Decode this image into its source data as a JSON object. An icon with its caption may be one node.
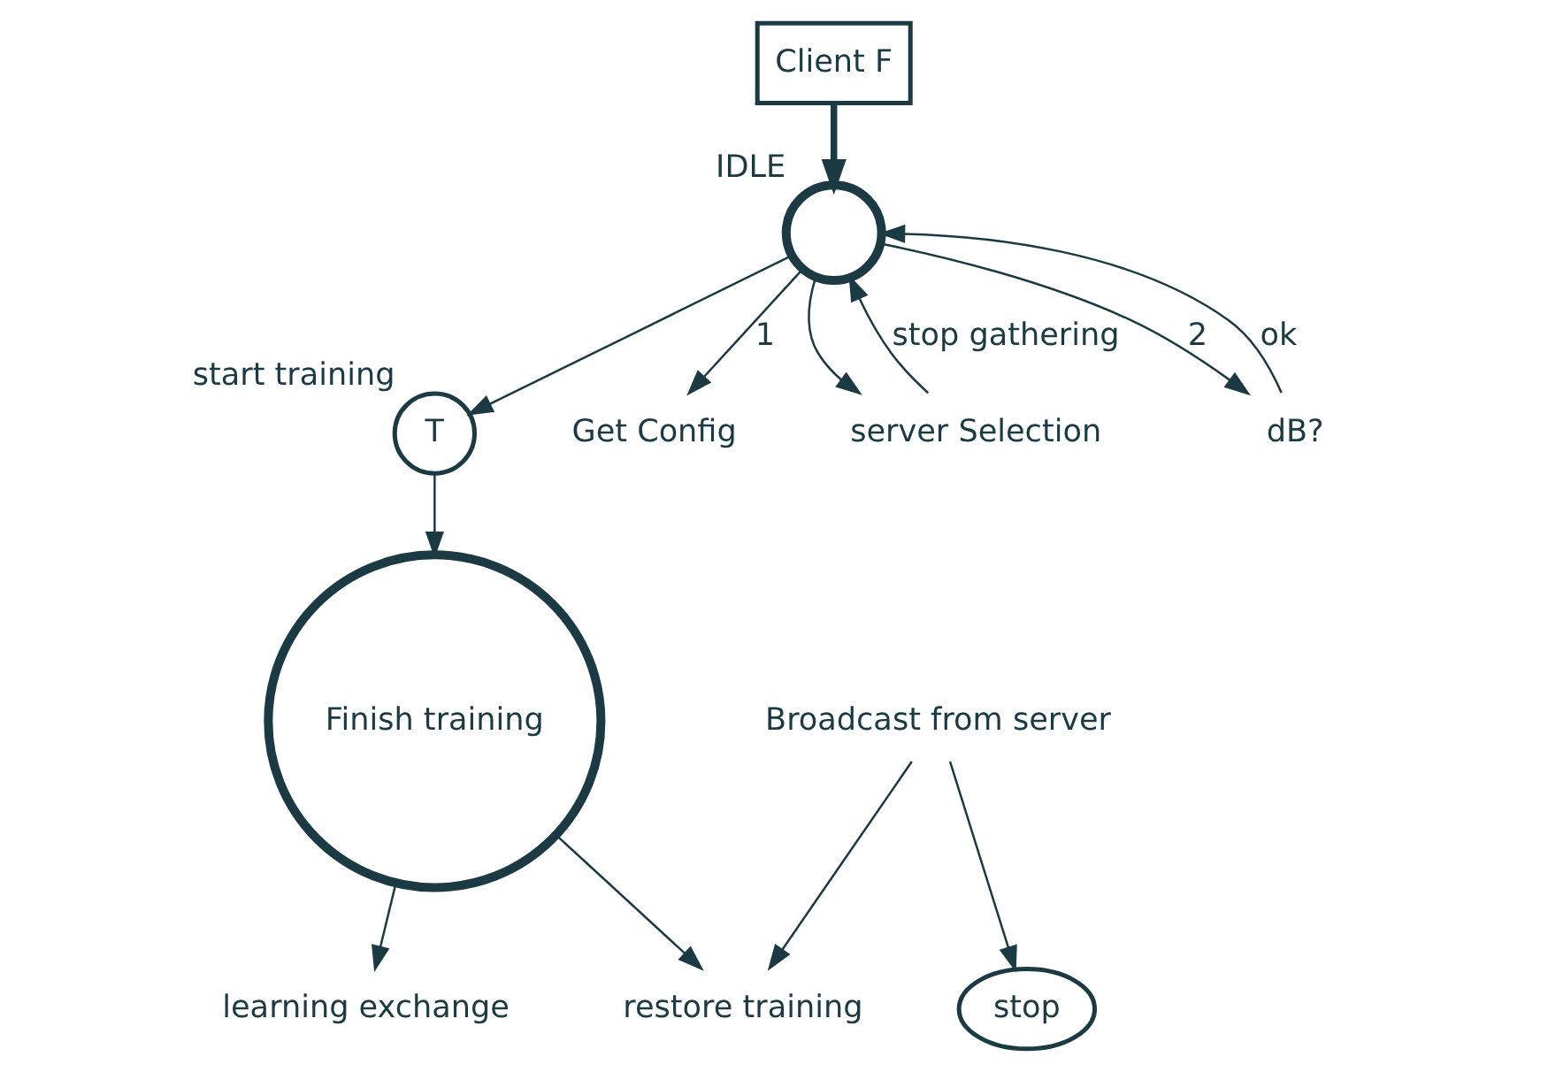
{
  "diagram": {
    "nodes": [
      {
        "text": [
          "Client F"
        ]
      },
      {
        "text": [],
        "shape": "circle",
        "beside": [
          "IDLE"
        ]
      },
      {
        "text": [
          "T"
        ],
        "beside": [
          "start training"
        ]
      },
      {
        "text": [
          "Finish training"
        ]
      },
      {
        "text": [
          "Get Config"
        ]
      },
      {
        "text": [
          "server Selection"
        ]
      },
      {
        "text": [
          "dB?"
        ]
      },
      {
        "text": [
          "learning exchange"
        ]
      },
      {
        "text": [
          "Broadcast from server"
        ]
      },
      {
        "text": [
          "restore training"
        ]
      },
      {
        "text": [
          "stop"
        ]
      }
    ],
    "edges": [
      {
        "from": 0,
        "to": 1,
        "arrow": "to",
        "style": "thick"
      },
      {
        "from": 1,
        "to": 2,
        "arrow": "to"
      },
      {
        "from": 2,
        "to": 3,
        "arrow": "to"
      },
      {
        "from": 3,
        "to": 9,
        "arrow": "to"
      },
      {
        "from": 1,
        "to": 4,
        "arrow": "to",
        "label": "1"
      },
      {
        "from": 1,
        "to": 6,
        "arrow": "to",
        "label": "2"
      },
      {
        "from": 6,
        "to": 1,
        "arrow": "to",
        "label": "ok"
      },
      {
        "from": 1,
        "to": 5,
        "arrow": "to"
      },
      {
        "from": 5,
        "to": 1,
        "arrow": "to",
        "label": "stop gathering"
      },
      {
        "from": 3,
        "to": 7,
        "arrow": "to"
      },
      {
        "from": 8,
        "to": 9,
        "arrow": "to"
      },
      {
        "from": 8,
        "to": 10,
        "arrow": "to"
      }
    ]
  }
}
